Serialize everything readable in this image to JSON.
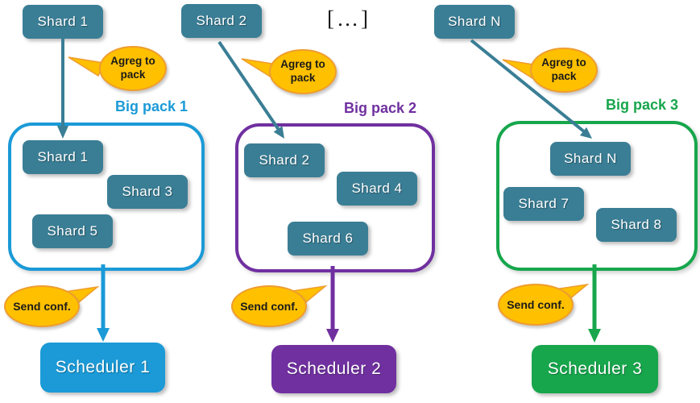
{
  "ellipsis": "[…]",
  "colors": {
    "shard_teal": "#3A7E95",
    "pack1_blue": "#1B9AD7",
    "pack2_purple": "#7030A0",
    "pack3_green": "#17A64C",
    "bubble_fill": "#FFC000",
    "bubble_border": "#EE9D2F"
  },
  "columns": [
    {
      "source_shard": "Shard 1",
      "agreg_bubble": "Agreg to pack",
      "pack_title": "Big pack 1",
      "pack_shards": [
        "Shard 1",
        "Shard 3",
        "Shard 5"
      ],
      "send_bubble": "Send conf.",
      "scheduler": "Scheduler 1"
    },
    {
      "source_shard": "Shard 2",
      "agreg_bubble": "Agreg to pack",
      "pack_title": "Big pack 2",
      "pack_shards": [
        "Shard 2",
        "Shard 4",
        "Shard 6"
      ],
      "send_bubble": "Send conf.",
      "scheduler": "Scheduler 2"
    },
    {
      "source_shard": "Shard N",
      "agreg_bubble": "Agreg to pack",
      "pack_title": "Big pack 3",
      "pack_shards": [
        "Shard N",
        "Shard 7",
        "Shard 8"
      ],
      "send_bubble": "Send conf.",
      "scheduler": "Scheduler 3"
    }
  ]
}
